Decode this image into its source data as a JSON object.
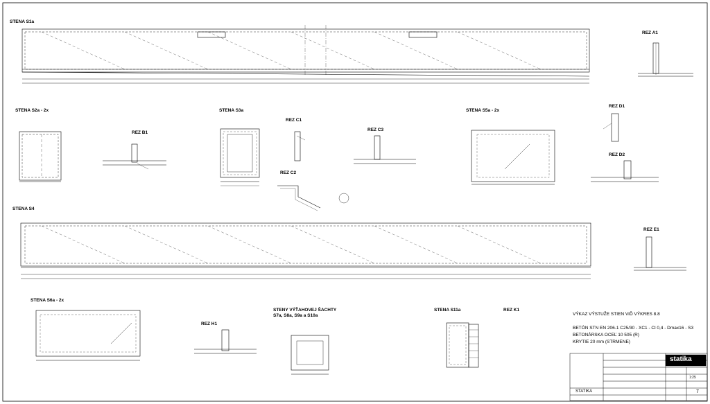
{
  "drawing": {
    "views": {
      "stena_s1a": "STENA S1a",
      "rez_a1": "REZ A1",
      "stena_s2a_2x_left": "STENA S2a - 2x",
      "rez_b1": "REZ B1",
      "stena_s3a": "STENA S3a",
      "rez_c1": "REZ C1",
      "rez_c2": "REZ C2",
      "rez_c3": "REZ C3",
      "stena_s5a_2x": "STENA S5a - 2x",
      "rez_d1": "REZ D1",
      "rez_d2": "REZ D2",
      "stena_s4": "STENA S4",
      "rez_e1": "REZ E1",
      "stena_s6a_2x": "STENA S6a - 2x",
      "rez_h1": "REZ H1",
      "steny_vytahovej_sachty": "STENY VÝŤAHOVEJ ŠACHTY",
      "steny_vytahovej_sachty_sub": "S7a, S8a, S9a a S10a",
      "stena_s11a": "STENA S11a",
      "rez_k1": "REZ K1"
    },
    "notes": {
      "vykaz": "VÝKAZ VÝSTUŽE STIEN VIĎ VÝKRES 8.8",
      "beton": "BETÓN STN EN 206-1 C25/30 - XC1 - Cl 0,4 - Dmax16 - S3",
      "ocel": "BETONÁRSKA OCEĽ 10 505 (R)",
      "kryt": "KRYTIE 20 mm (STRMENE)"
    },
    "title_block": {
      "brand": "statika",
      "section": "STATIKA",
      "scale": "1:25",
      "sheet_no": "7"
    }
  }
}
